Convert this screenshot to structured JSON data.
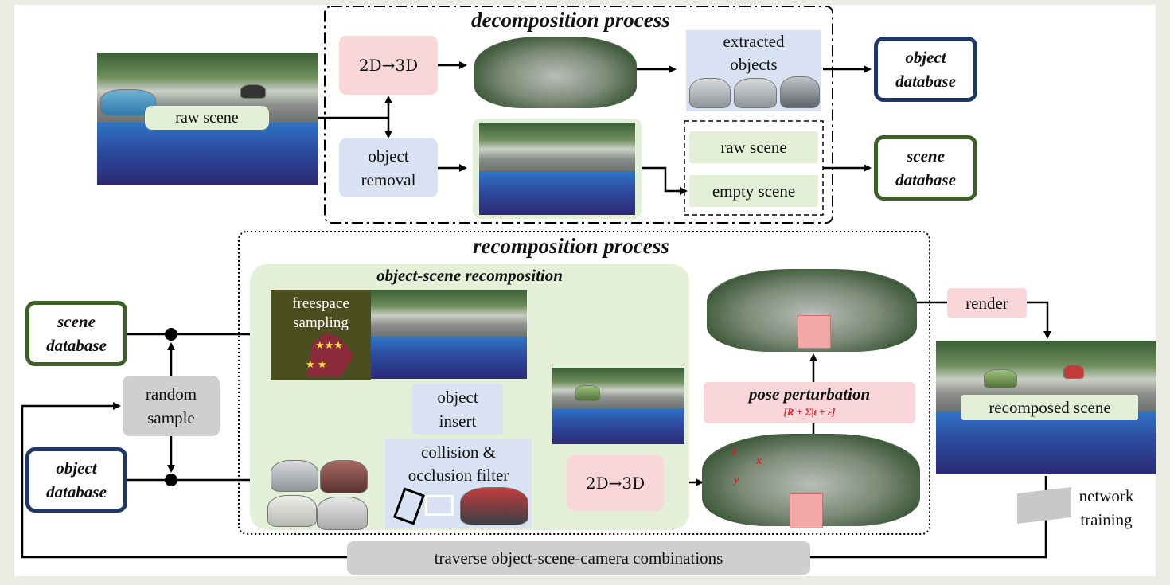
{
  "decomposition": {
    "title": "decomposition process",
    "raw_scene_label": "raw scene",
    "lift_label": "2D→3D",
    "object_removal_label": "object\nremoval",
    "extracted_objects_label": "extracted\nobjects",
    "raw_scene_out": "raw scene",
    "empty_scene_out": "empty scene",
    "object_database": "object\ndatabase",
    "scene_database": "scene\ndatabase"
  },
  "recomposition": {
    "title": "recomposition process",
    "subtitle": "object-scene recomposition",
    "scene_database": "scene\ndatabase",
    "object_database": "object\ndatabase",
    "random_sample": "random\nsample",
    "freespace_sampling": "freespace\nsampling",
    "object_insert": "object\ninsert",
    "collision_filter": "collision &\nocclusion filter",
    "lift_label": "2D→3D",
    "pose_perturbation": "pose perturbation",
    "pose_formula": "[R + Σ|t + ε]",
    "axis_x": "x",
    "axis_y": "y",
    "axis_z": "z",
    "render": "render",
    "recomposed_scene": "recomposed scene",
    "network_training": "network\ntraining",
    "traverse": "traverse object-scene-camera combinations"
  },
  "colors": {
    "navy_border": "#1f3766",
    "green_border": "#3c5f26",
    "pink_box": "#f8d6d9",
    "blue_box": "#d9e2f2",
    "green_panel": "#e3efd7",
    "gray_box": "#cfcfcf",
    "formula_red": "#e0242b"
  }
}
